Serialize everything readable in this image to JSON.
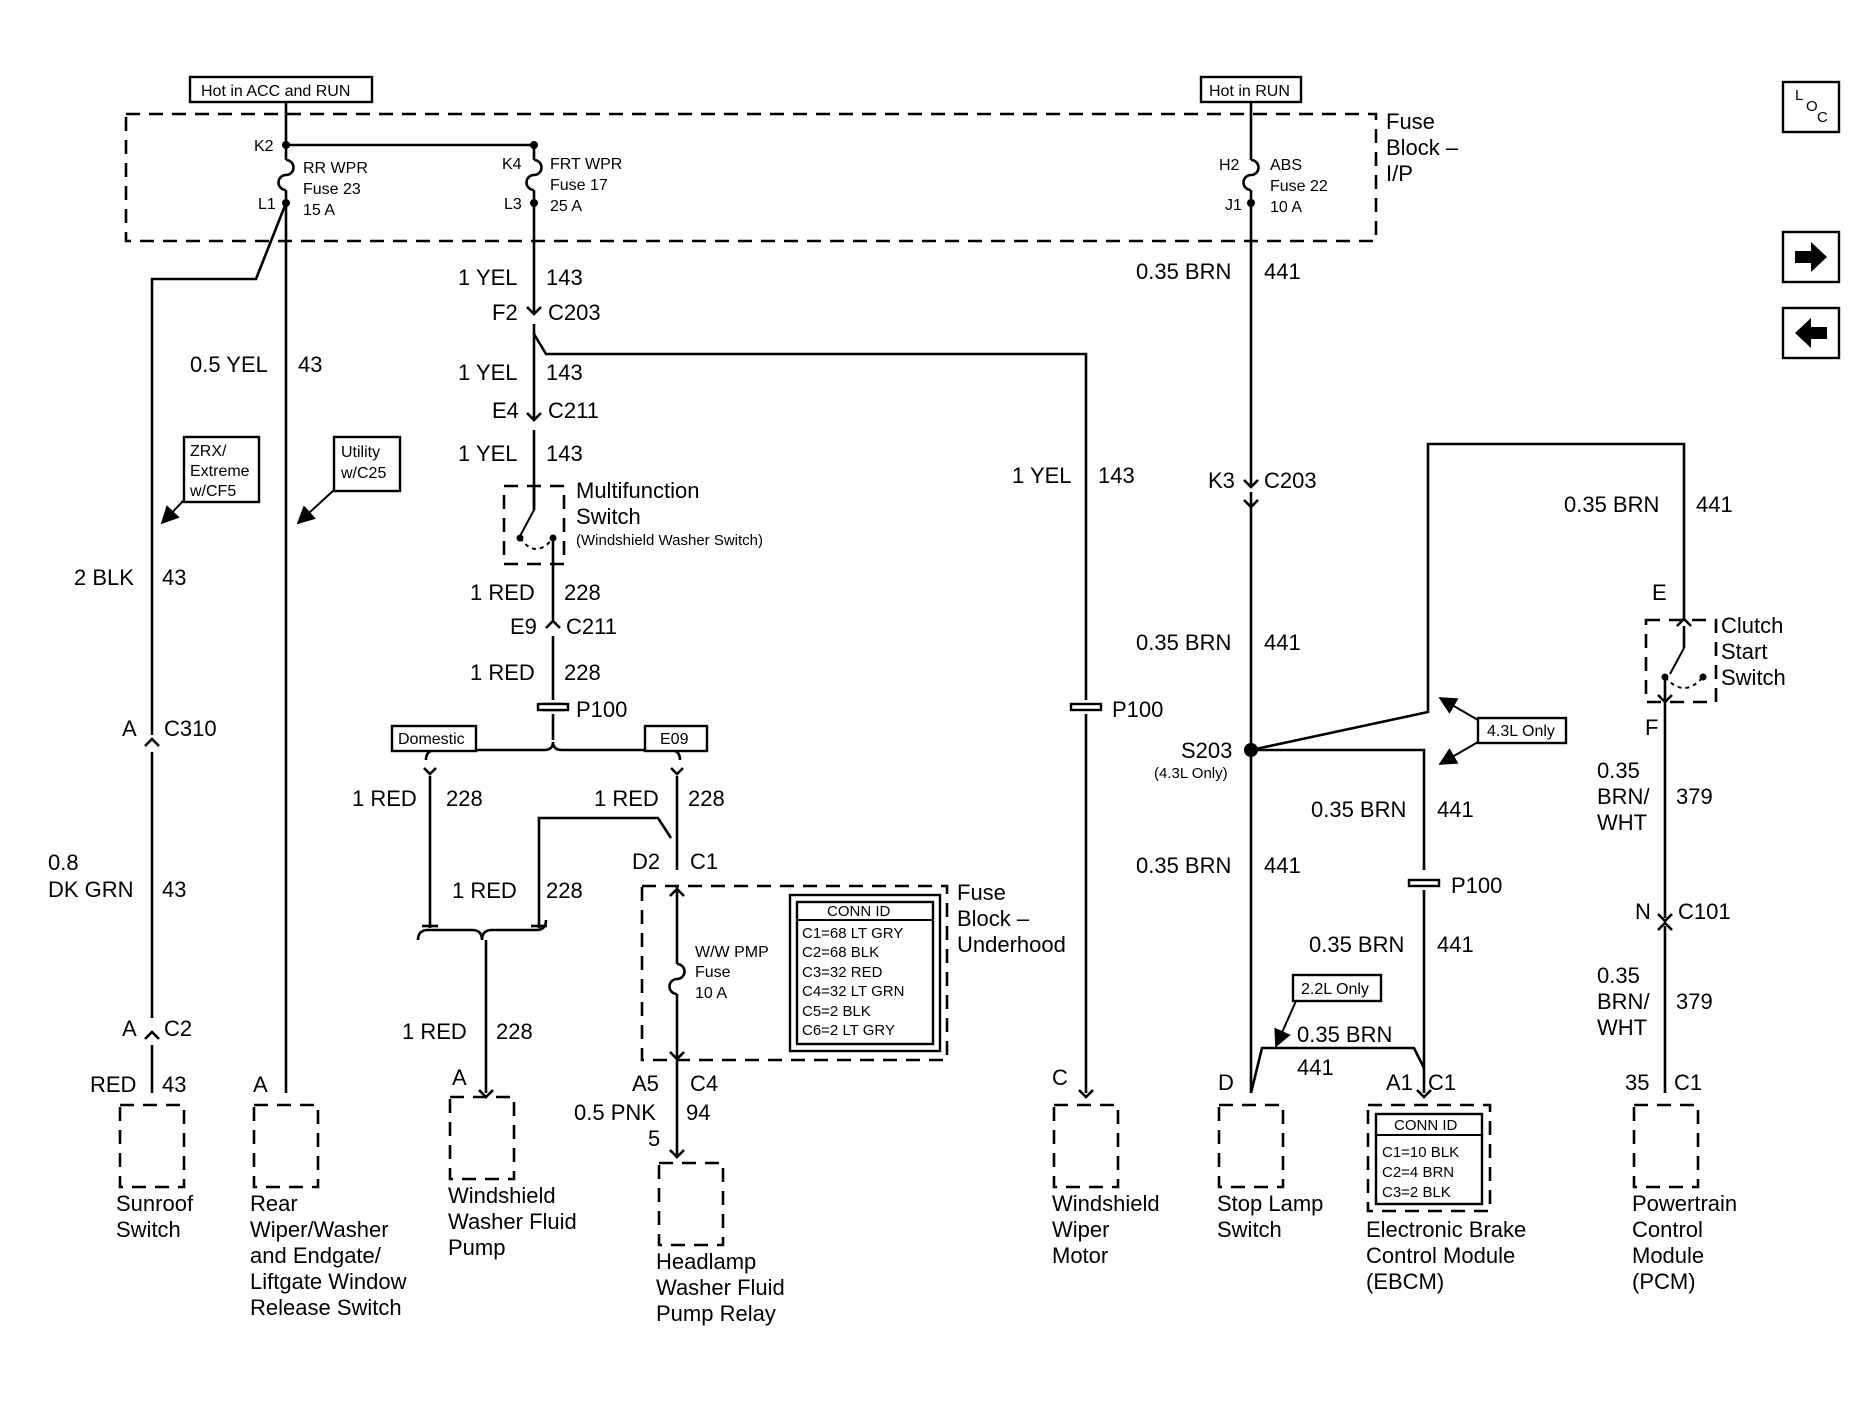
{
  "nav": {
    "loc_l": "L",
    "loc_o": "O",
    "loc_c": "C",
    "next_glyph": "➡",
    "prev_glyph": "⬅"
  },
  "fuse_block_ip": {
    "hot_acc_run": "Hot in ACC and RUN",
    "hot_run": "Hot in RUN",
    "title_l1": "Fuse",
    "title_l2": "Block –",
    "title_l3": "I/P",
    "rr_wpr": {
      "pin_in": "K2",
      "pin_out": "L1",
      "name": "RR WPR",
      "fuse": "Fuse 23",
      "amps": "15 A"
    },
    "frt_wpr": {
      "pin_in": "K4",
      "pin_out": "L3",
      "name": "FRT WPR",
      "fuse": "Fuse 17",
      "amps": "25 A"
    },
    "abs": {
      "pin_in": "H2",
      "pin_out": "J1",
      "name": "ABS",
      "fuse": "Fuse 22",
      "amps": "10 A"
    }
  },
  "left_branch": {
    "wire_05yel": "0.5 YEL",
    "circ_43": "43",
    "opt_zrx_1": "ZRX/",
    "opt_zrx_2": "Extreme",
    "opt_zrx_3": "w/CF5",
    "opt_util_1": "Utility",
    "opt_util_2": "w/C25",
    "wire_2blk": "2 BLK",
    "c310_pin": "A",
    "c310": "C310",
    "wire_08": "0.8",
    "wire_dkgrn": "DK GRN",
    "c2_pin": "A",
    "c2": "C2",
    "wire_red": "RED",
    "rear_pin": "A"
  },
  "center_branch": {
    "wire_1yel": "1 YEL",
    "circ_143": "143",
    "f2": "F2",
    "c203": "C203",
    "e4": "E4",
    "c211": "C211",
    "mf_1": "Multifunction",
    "mf_2": "Switch",
    "mf_3": "(Windshield Washer Switch)",
    "wire_1red": "1 RED",
    "circ_228": "228",
    "e9": "E9",
    "p100": "P100",
    "domestic": "Domestic",
    "e09": "E09",
    "d2": "D2",
    "c1": "C1",
    "fb_uh_1": "Fuse",
    "fb_uh_2": "Block –",
    "fb_uh_3": "Underhood",
    "ww_1": "W/W PMP",
    "ww_2": "Fuse",
    "ww_3": "10 A",
    "conn_title": "CONN ID",
    "conn_rows": [
      "C1=68 LT GRY",
      "C2=68 BLK",
      "C3=32 RED",
      "C4=32 LT GRN",
      "C5=2 BLK",
      "C6=2 LT GRY"
    ],
    "a5": "A5",
    "c4": "C4",
    "wire_05pnk": "0.5 PNK",
    "circ_94": "94",
    "pin_5": "5",
    "wwfp_pin": "A"
  },
  "wiper_branch": {
    "wire_1yel": "1 YEL",
    "circ_143": "143",
    "p100": "P100",
    "pin_c": "C"
  },
  "brake_branch": {
    "wire_035brn": "0.35 BRN",
    "circ_441": "441",
    "k3": "K3",
    "c203": "C203",
    "s203": "S203",
    "s203_note": "(4.3L Only)",
    "opt_43l": "4.3L Only",
    "p100": "P100",
    "opt_22l": "2.2L Only",
    "stop_pin": "D",
    "ebcm_pin": "A1",
    "ebcm_conn": "C1",
    "ebcm_conn_title": "CONN ID",
    "ebcm_conn_rows": [
      "C1=10 BLK",
      "C2=4 BRN",
      "C3=2 BLK"
    ]
  },
  "clutch_branch": {
    "wire_035brn": "0.35 BRN",
    "circ_441": "441",
    "pin_e": "E",
    "cs_1": "Clutch",
    "cs_2": "Start",
    "cs_3": "Switch",
    "pin_f": "F",
    "wire_035": "0.35",
    "wire_brn": "BRN/",
    "wire_wht": "WHT",
    "circ_379": "379",
    "pin_n": "N",
    "c101": "C101",
    "pcm_pin": "35",
    "pcm_conn": "C1"
  },
  "components": {
    "sunroof": [
      "Sunroof",
      "Switch"
    ],
    "rear": [
      "Rear",
      "Wiper/Washer",
      "and Endgate/",
      "Liftgate Window",
      "Release Switch"
    ],
    "wwfp": [
      "Windshield",
      "Washer Fluid",
      "Pump"
    ],
    "headlamp": [
      "Headlamp",
      "Washer Fluid",
      "Pump Relay"
    ],
    "wiper": [
      "Windshield",
      "Wiper",
      "Motor"
    ],
    "stop": [
      "Stop Lamp",
      "Switch"
    ],
    "ebcm": [
      "Electronic Brake",
      "Control Module",
      "(EBCM)"
    ],
    "pcm": [
      "Powertrain",
      "Control",
      "Module",
      "(PCM)"
    ]
  }
}
